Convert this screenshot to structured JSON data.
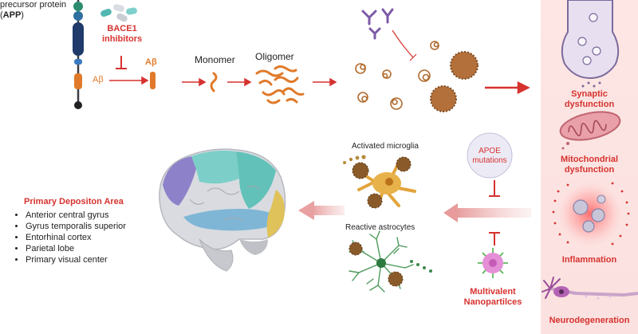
{
  "app_label": {
    "line1": "precursor protein",
    "line2_prefix": "(",
    "line2_bold": "APP",
    "line2_suffix": ")"
  },
  "bace1": {
    "line1": "BACE1",
    "line2": "inhibitors"
  },
  "abeta": {
    "left": "Aβ",
    "right": "Aβ"
  },
  "monomer": "Monomer",
  "oligomer": "Oligomer",
  "panel": {
    "synaptic": {
      "line1": "Synaptic",
      "line2": "dysfunction"
    },
    "mito": {
      "line1": "Mitochondrial",
      "line2": "dysfunction"
    },
    "inflammation": "Inflammation",
    "neuro": "Neurodegeneration"
  },
  "microglia": "Activated microglia",
  "astrocytes": "Reactive astrocytes",
  "apoe": {
    "line1": "APOE",
    "line2": "mutations"
  },
  "nanoparticles": {
    "line1": "Multivalent",
    "line2": "Nanopartilces"
  },
  "deposition": {
    "title": "Primary Depositon Area",
    "items": [
      "Anterior central gyrus",
      "Gyrus temporalis superior",
      "Entorhinal cortex",
      "Parietal lobe",
      "Primary visual center"
    ]
  }
}
